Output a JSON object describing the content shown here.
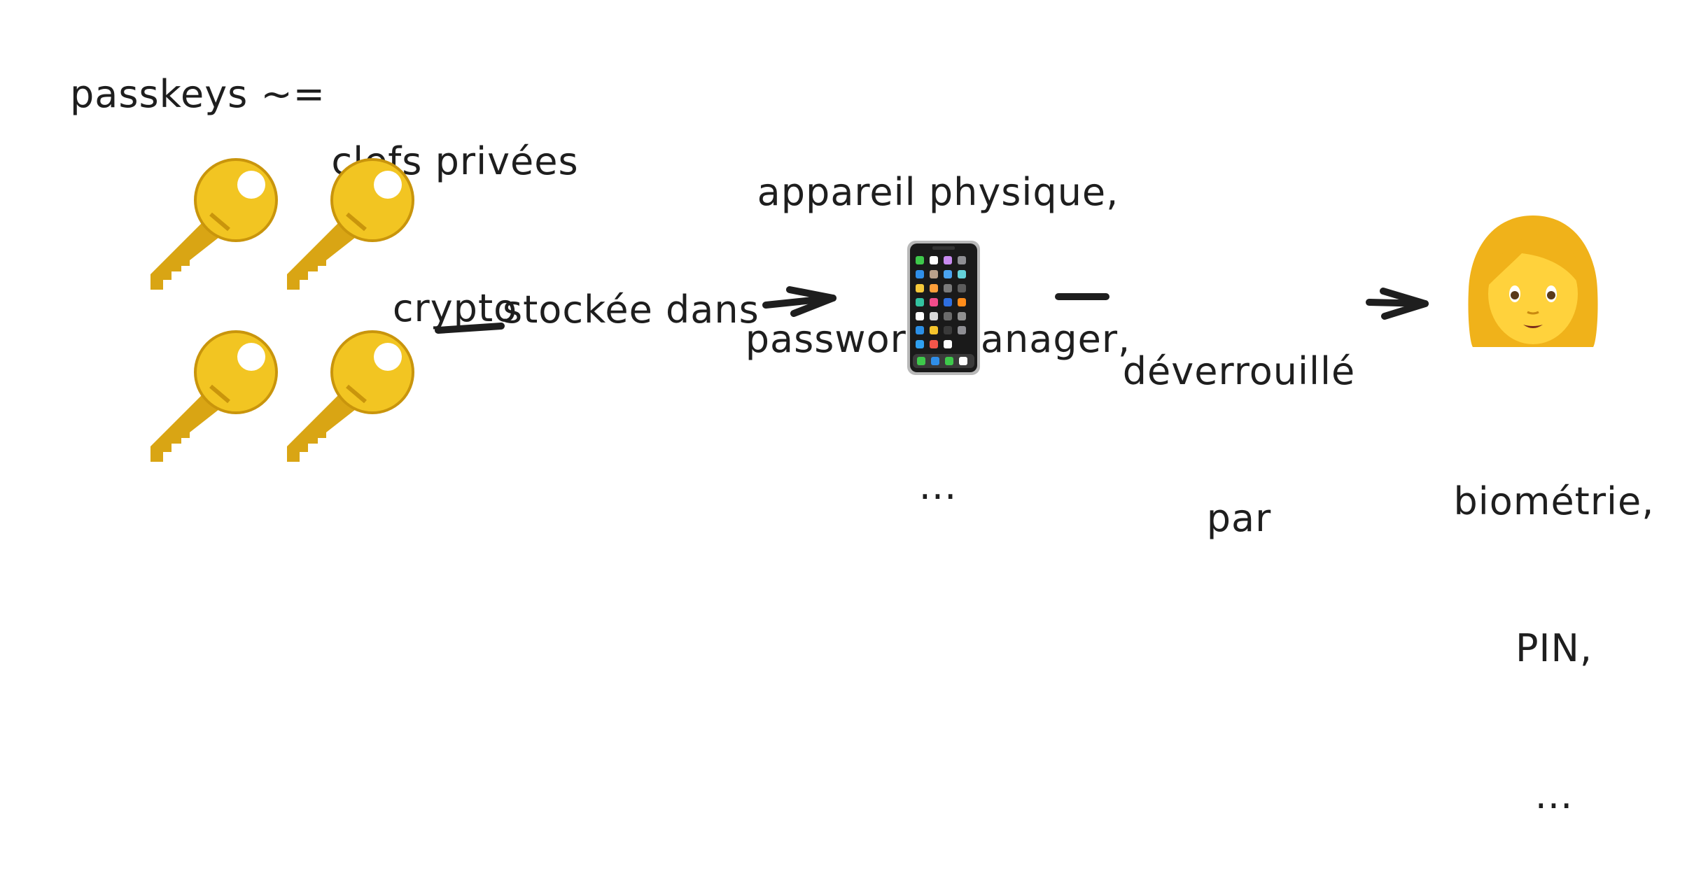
{
  "diagram": {
    "passkeys_label": "passkeys ~=",
    "crypto_label_line1": "clefs privées",
    "crypto_label_line2": "crypto",
    "device_label_line1": "appareil physique,",
    "device_label_line2": "password manager,",
    "device_label_line3": "...",
    "edge_stored": "stockée dans",
    "edge_unlocked_line1": "déverrouillé",
    "edge_unlocked_line2": "par",
    "user_label_line1": "biométrie,",
    "user_label_line2": "PIN,",
    "user_label_line3": "...",
    "icons": {
      "key": "key-icon",
      "phone": "mobile-phone-icon",
      "person": "woman-icon"
    },
    "colors": {
      "ink": "#1e1e1e",
      "key_gold": "#f2c522",
      "key_dark": "#c9950c",
      "phone_body": "#1a1a1a",
      "hair": "#f0b21a",
      "skin": "#ffd23c"
    }
  }
}
